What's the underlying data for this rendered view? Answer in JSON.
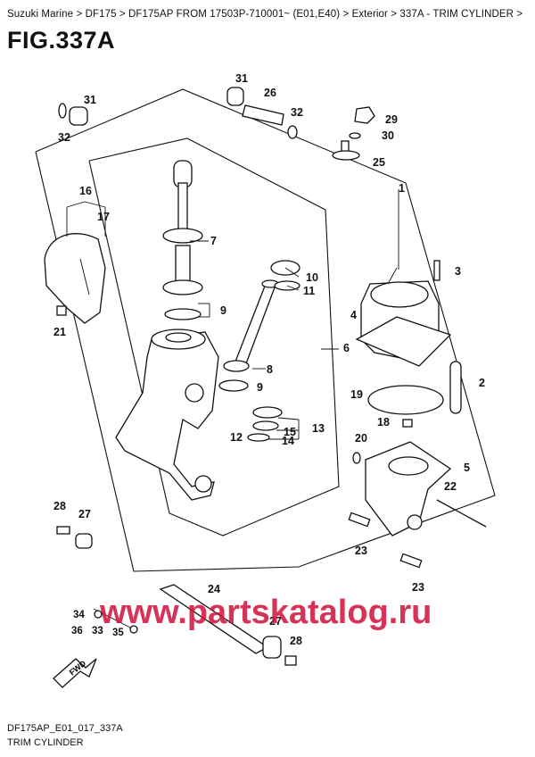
{
  "breadcrumb": {
    "items": [
      "Suzuki Marine",
      "DF175",
      "DF175AP FROM 17503P-710001~ (E01,E40)",
      "Exterior",
      "337A - TRIM CYLINDER"
    ],
    "separator": " > ",
    "trailing": " >"
  },
  "figure": {
    "title": "FIG.337A"
  },
  "callouts": {
    "c1": "1",
    "c2": "2",
    "c3": "3",
    "c4": "4",
    "c5": "5",
    "c6": "6",
    "c7": "7",
    "c8": "8",
    "c9a": "9",
    "c9b": "9",
    "c10": "10",
    "c11": "11",
    "c12": "12",
    "c13": "13",
    "c14": "14",
    "c15": "15",
    "c16": "16",
    "c17": "17",
    "c18": "18",
    "c19": "19",
    "c20": "20",
    "c21": "21",
    "c22": "22",
    "c23a": "23",
    "c23b": "23",
    "c24": "24",
    "c25": "25",
    "c26": "26",
    "c27a": "27",
    "c27b": "27",
    "c28a": "28",
    "c28b": "28",
    "c29": "29",
    "c30": "30",
    "c31a": "31",
    "c31b": "31",
    "c32a": "32",
    "c32b": "32",
    "c33": "33",
    "c34": "34",
    "c35": "35",
    "c36": "36"
  },
  "fwd_label": "FWD",
  "watermark": "www.partskatalog.ru",
  "footer": {
    "code": "DF175AP_E01_017_337A",
    "name": "TRIM CYLINDER"
  }
}
